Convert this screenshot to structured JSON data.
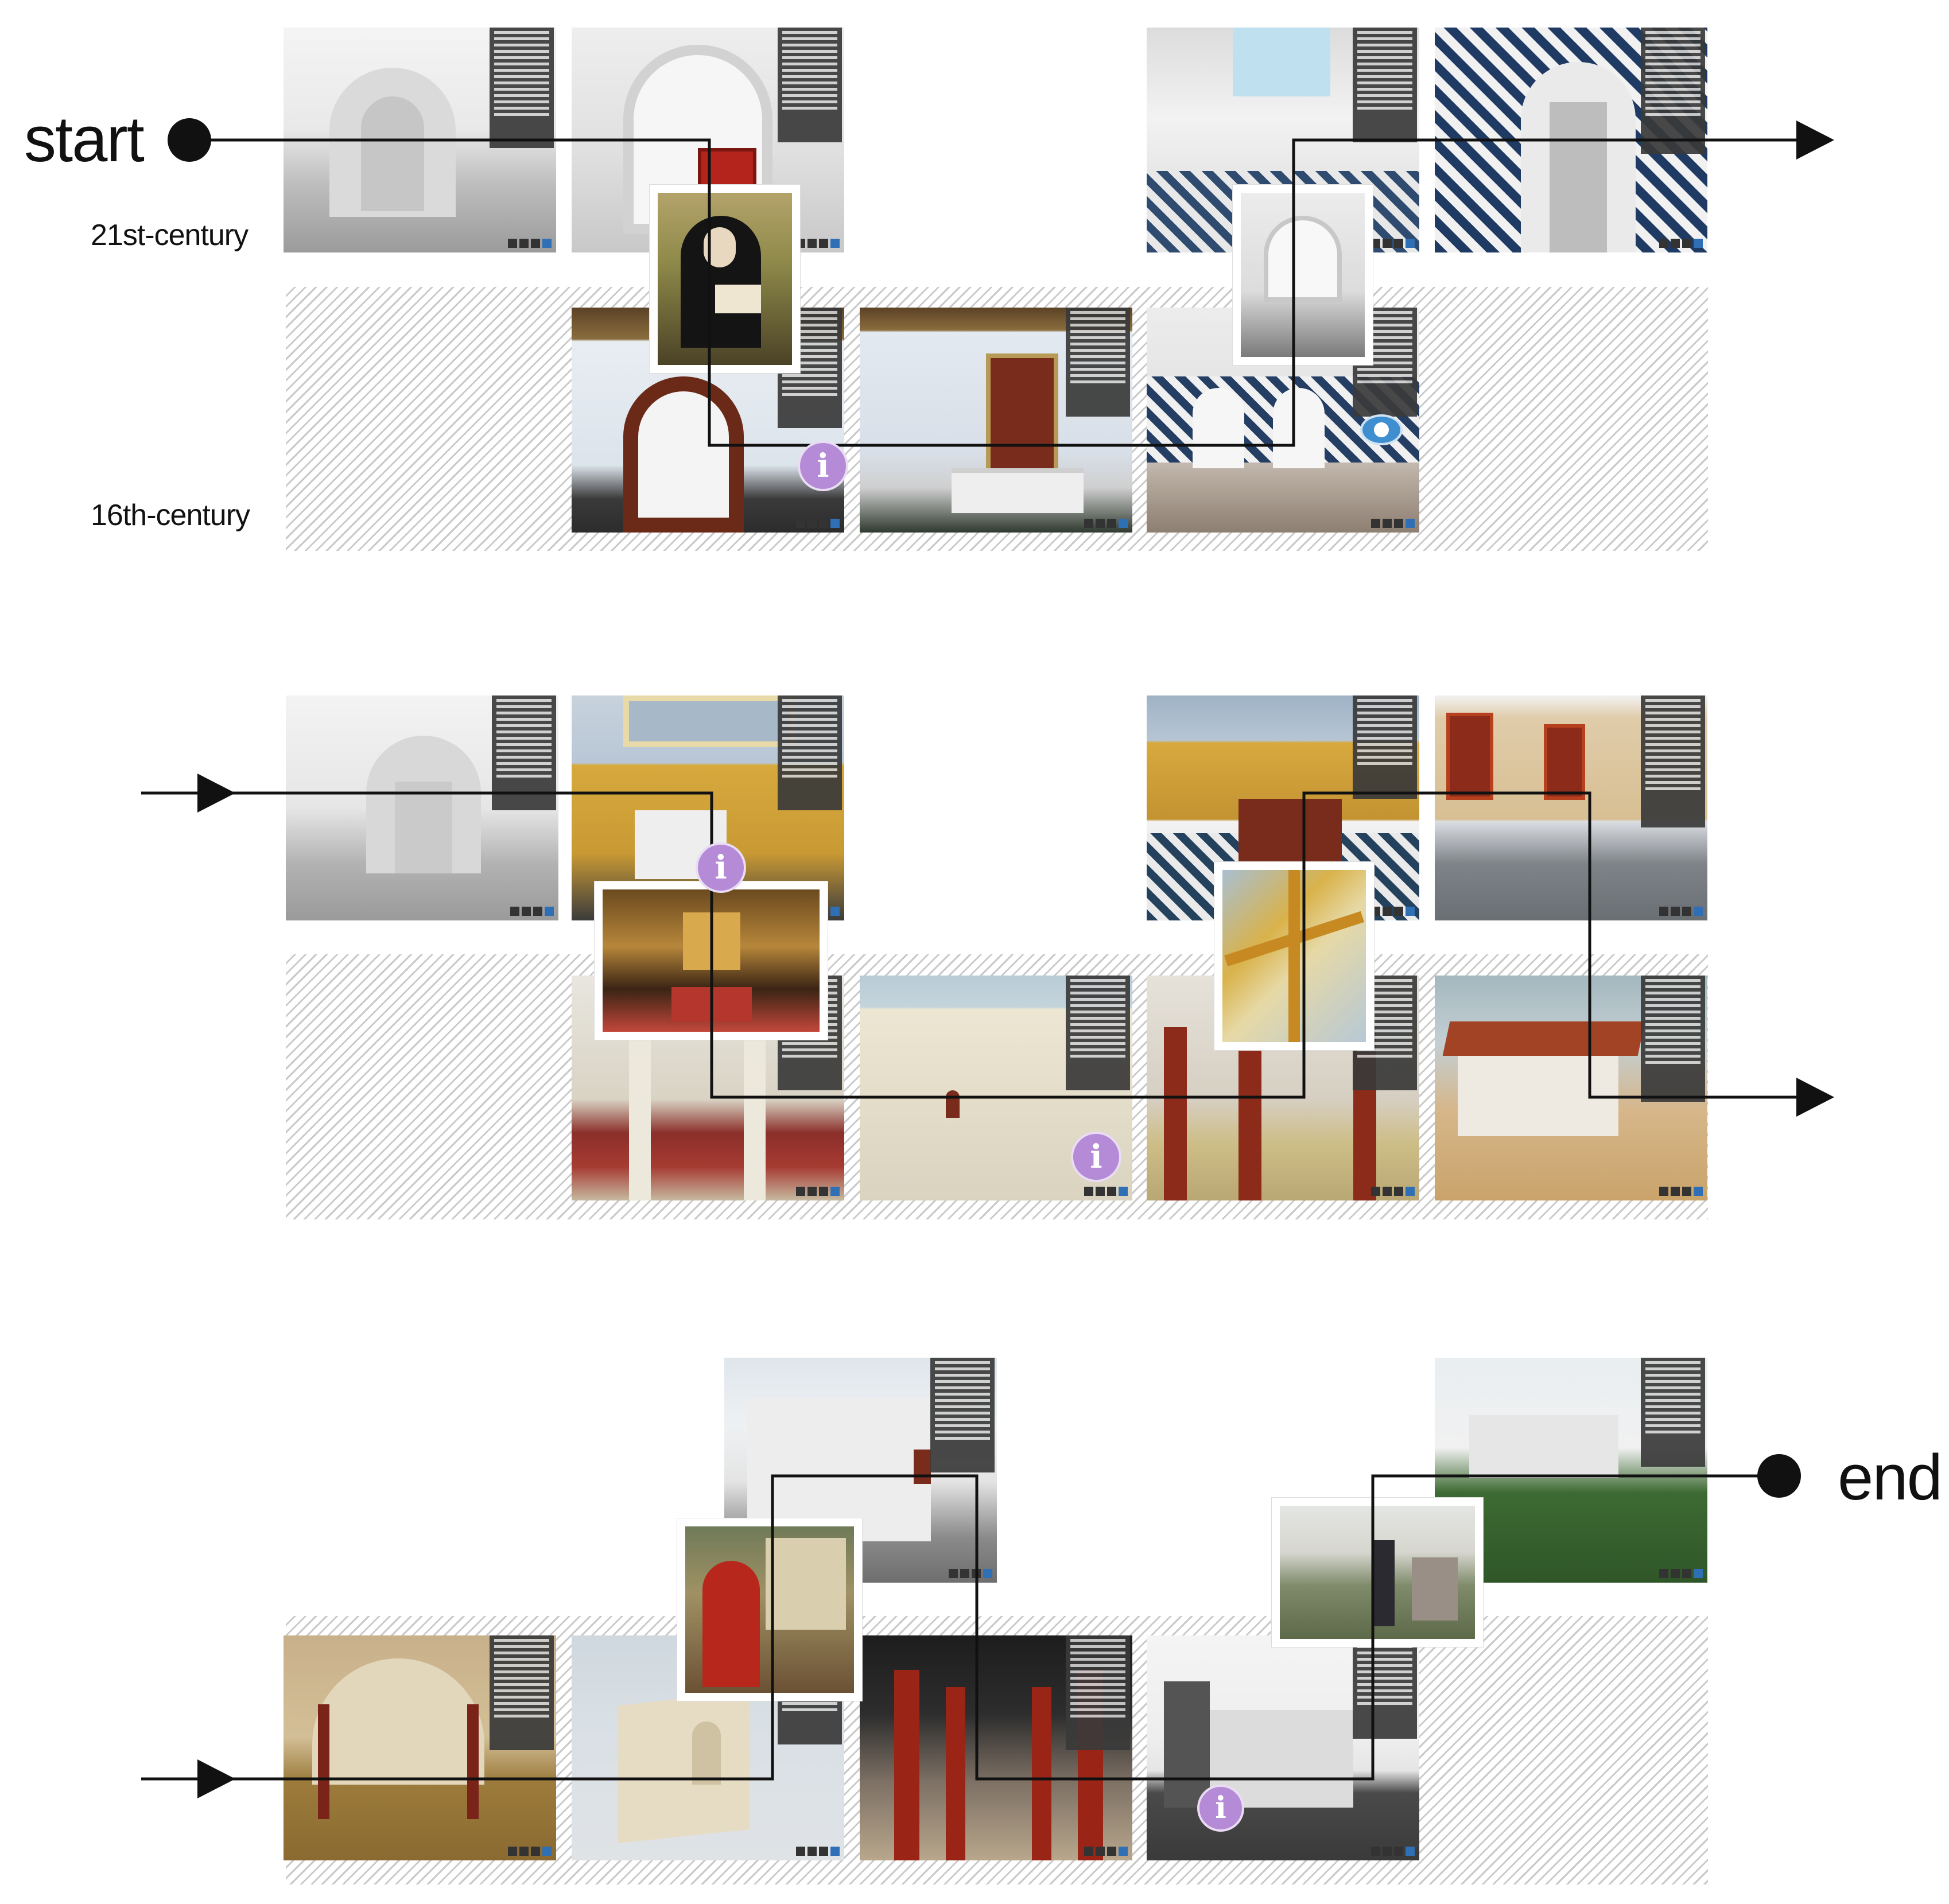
{
  "labels": {
    "start": "start",
    "end": "end",
    "era_21": "21st-century",
    "era_16": "16th-century"
  },
  "icons": {
    "info": "info-icon",
    "eye": "eye-icon",
    "arrow": "arrow-right-icon",
    "dot": "filled-circle-icon"
  },
  "colors": {
    "line": "#111111",
    "hatch": "#c9c9c9",
    "info_badge": "#b58ad6",
    "eye_badge": "#3f8fd0",
    "toolbar_accent": "#2f6fb5"
  }
}
